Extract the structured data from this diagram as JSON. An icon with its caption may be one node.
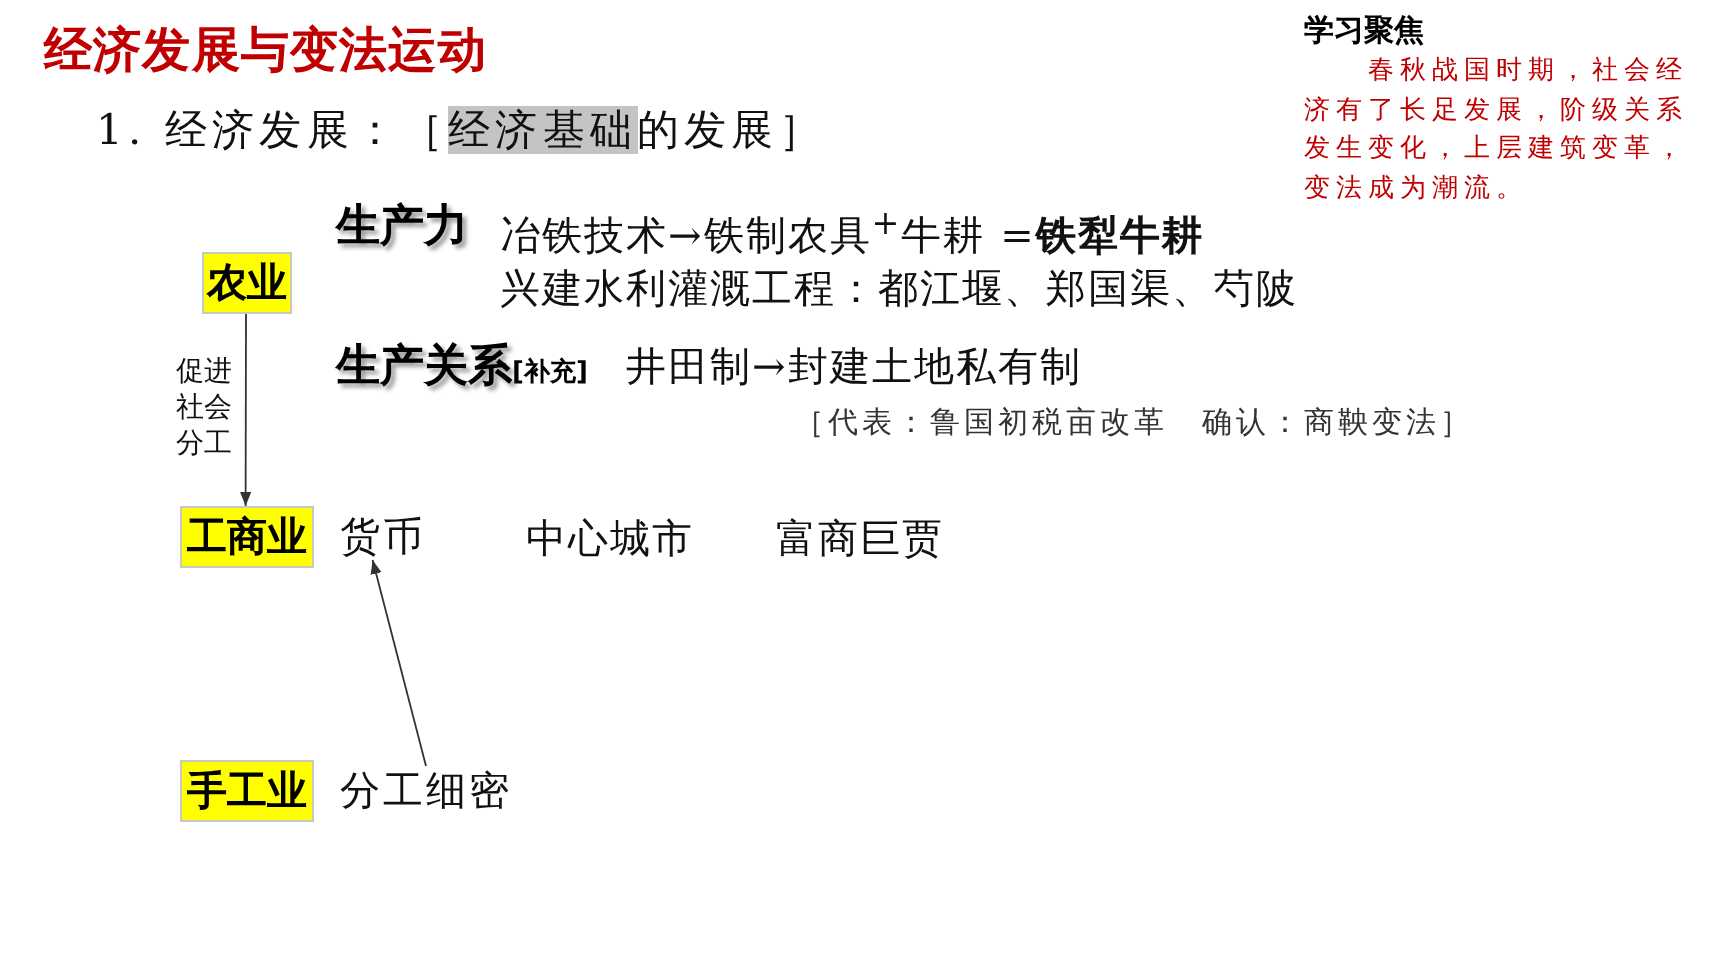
{
  "diagram": {
    "title": "经济发展与变法运动",
    "nodes": [
      {
        "text": [
          "农业"
        ]
      },
      {
        "text": [
          "工商业"
        ]
      },
      {
        "text": [
          "手工业"
        ]
      },
      {
        "text": [
          "货币"
        ]
      },
      {
        "text": [
          "分工细密"
        ]
      }
    ],
    "edges": [
      {
        "from": 0,
        "to": 1,
        "arrow": "to",
        "label": "促进社会分工"
      },
      {
        "from": 4,
        "to": 3,
        "arrow": "to"
      }
    ],
    "labels": [
      "1. 经济发展：［经济基础的发展］",
      "学习聚焦",
      "春秋战国时期，社会经济有了长足发展，阶级关系发生变化，上层建筑变革，变法成为潮流。",
      "生产力",
      "冶铁技术→铁制农具$^{+}$牛耕 =**铁犁牛耕**",
      "兴建水利灌溉工程：都江堰、郑国渠、芍陂",
      "生产关系",
      "[补充]",
      "井田制→封建土地私有制",
      "［代表：鲁国初税亩改革　确认：商鞅变法］",
      "中心城市",
      "富商巨贾"
    ]
  }
}
